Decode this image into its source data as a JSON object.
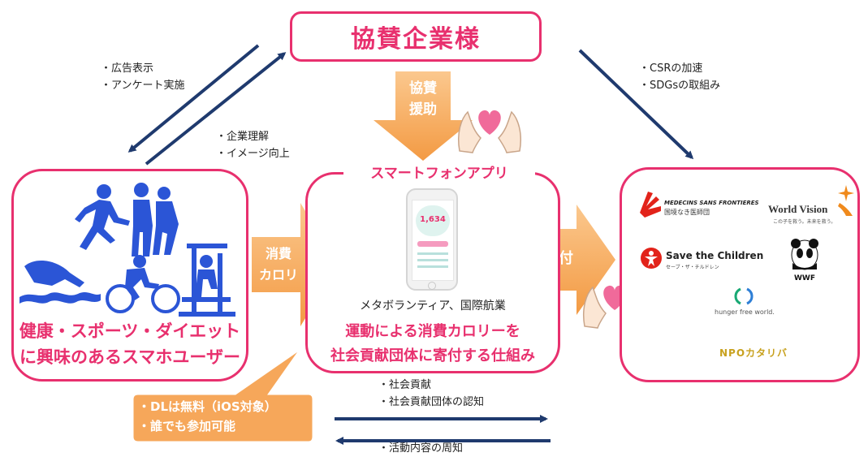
{
  "sponsor": {
    "title": "協賛企業様"
  },
  "notes": {
    "left_top": [
      "・広告表示",
      "・アンケート実施"
    ],
    "left_mid": [
      "・企業理解",
      "・イメージ向上"
    ],
    "right_top": [
      "・CSRの加速",
      "・SDGsの取組み"
    ],
    "bottom_top": [
      "・社会貢献",
      "・社会貢献団体の認知"
    ],
    "bottom_bottom": [
      "・活動内容の周知"
    ]
  },
  "arrows": {
    "support": [
      "協賛",
      "援助"
    ],
    "calories": [
      "消費",
      "カロリー"
    ],
    "donation": "寄付"
  },
  "users": {
    "caption": [
      "健康・スポーツ・ダイエット",
      "に興味のあるスマホユーザー"
    ]
  },
  "app": {
    "title": "スマートフォンアプリ",
    "phone_value": "1,634",
    "subtitle": "メタボランティア、国際航業",
    "description": [
      "運動による消費カロリーを",
      "社会貢献団体に寄付する仕組み"
    ]
  },
  "callout": [
    "・DLは無料（iOS対象）",
    "・誰でも参加可能"
  ],
  "npo_logos": {
    "msf_en": "MEDECINS SANS FRONTIERES",
    "msf_jp": "国境なき医師団",
    "world_vision": "World Vision",
    "world_vision_sub": "この子を救う。未来を救う。",
    "save_the_children": "Save the Children",
    "save_the_children_sub": "セーブ・ザ・チルドレン",
    "wwf": "WWF",
    "hunger_free": "hunger free world.",
    "npo_katariba": "NPOカタリバ"
  },
  "colors": {
    "accent": "#e8306e",
    "navy": "#1f3a6e",
    "orange": "#f6a75a",
    "figure_blue": "#2b55d6"
  }
}
